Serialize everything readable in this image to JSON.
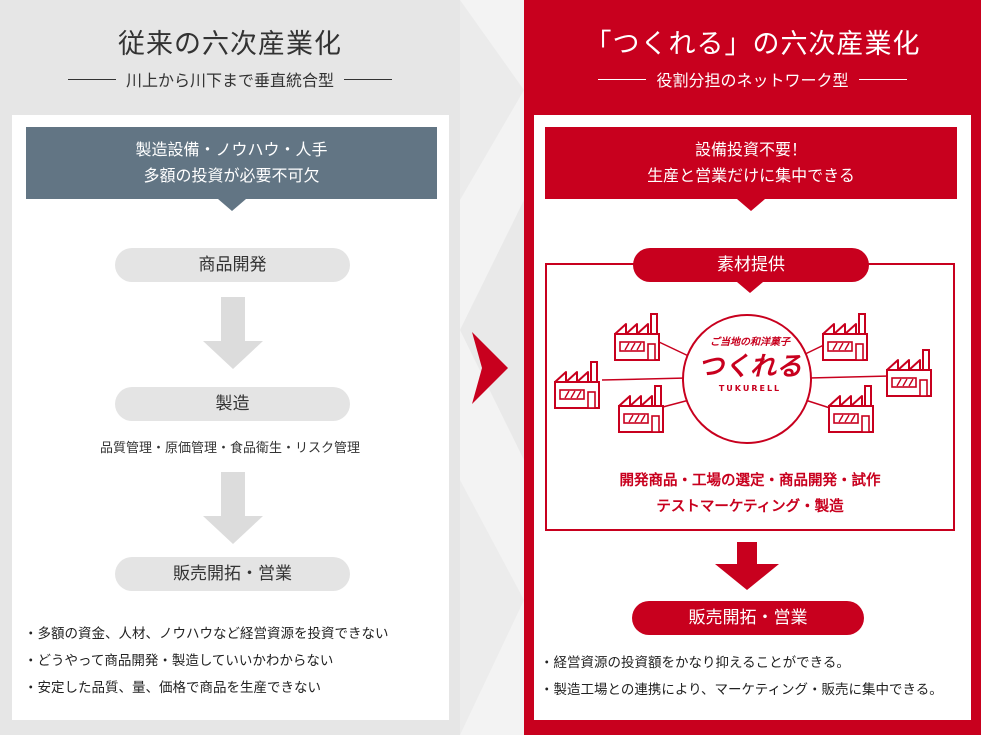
{
  "colors": {
    "red": "#c8001e",
    "slate": "#627584",
    "gray_pill": "#e4e4e4"
  },
  "left": {
    "title": "従来の六次産業化",
    "subtitle": "川上から川下まで垂直統合型",
    "banner_line1": "製造設備・ノウハウ・人手",
    "banner_line2": "多額の投資が必要不可欠",
    "steps": [
      "商品開発",
      "製造",
      "販売開拓・営業"
    ],
    "step2_note": "品質管理・原価管理・食品衛生・リスク管理",
    "bullets": [
      "・多額の資金、人材、ノウハウなど経営資源を投資できない",
      "・どうやって商品開発・製造していいかわからない",
      "・安定した品質、量、価格で商品を生産できない"
    ]
  },
  "right": {
    "title": "「つくれる」の六次産業化",
    "subtitle": "役割分担のネットワーク型",
    "banner_line1": "設備投資不要！",
    "banner_line2": "生産と営業だけに集中できる",
    "material_label": "素材提供",
    "logo_top": "ご当地の和洋菓子",
    "logo_main": "つくれる",
    "logo_roman": "TUKURELL",
    "network_note1": "開発商品・工場の選定・商品開発・試作",
    "network_note2": "テストマーケティング・製造",
    "sales_label": "販売開拓・営業",
    "bullets": [
      "・経営資源の投資額をかなり抑えることができる。",
      "・製造工場との連携により、マーケティング・販売に集中できる。"
    ]
  },
  "icons": {
    "center_arrow": "chevron-right-icon",
    "factory": "factory-icon",
    "down_arrow": "arrow-down-icon"
  }
}
